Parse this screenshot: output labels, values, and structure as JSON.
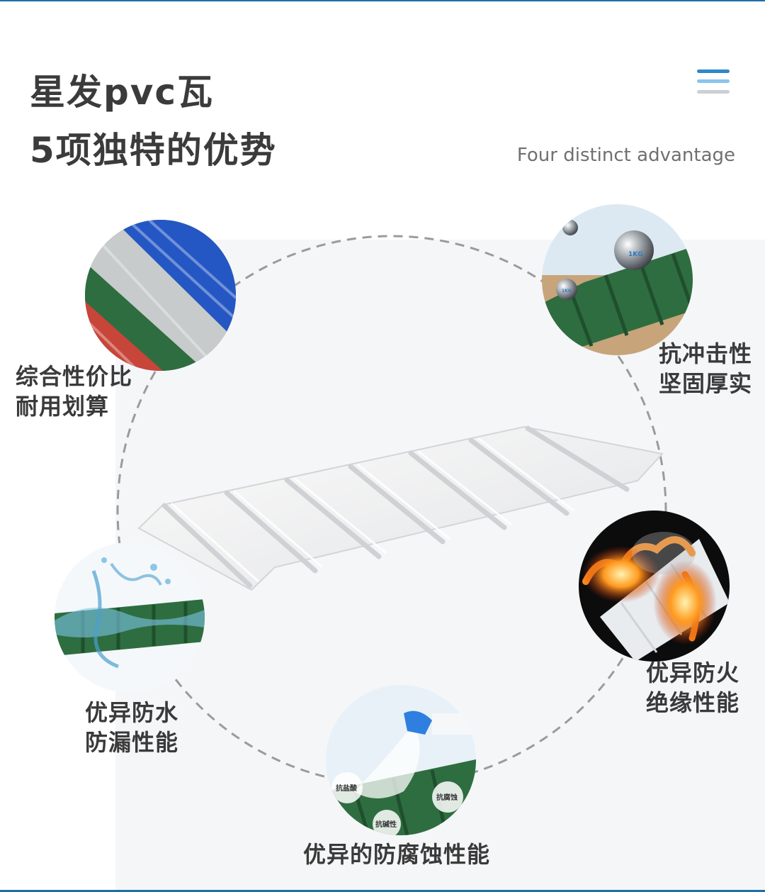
{
  "header": {
    "title_line1": "星发pvc瓦",
    "title_line2": "5项独特的优势",
    "subtitle": "Four distinct advantage"
  },
  "icons": {
    "menu": "hamburger-menu-icon"
  },
  "colors": {
    "accent": "#2f87c6",
    "accent_light": "#8ac5ea",
    "title_text": "#3b3b3b",
    "tile_green": "#2e6d3f",
    "tile_blue": "#2557c4",
    "tile_red": "#c8453a"
  },
  "features": [
    {
      "id": "value",
      "line1": "综合性价比",
      "line2": "耐用划算"
    },
    {
      "id": "impact",
      "line1": "抗冲击性",
      "line2": "坚固厚实",
      "badges": [
        "1KG",
        "1KG"
      ]
    },
    {
      "id": "fire",
      "line1": "优异防火",
      "line2": "绝缘性能"
    },
    {
      "id": "corrosion",
      "line1": "优异的防腐蚀性能",
      "badges": [
        "抗盐酸",
        "抗腐蚀",
        "抗碱性"
      ]
    },
    {
      "id": "water",
      "line1": "优异防水",
      "line2": "防漏性能"
    }
  ]
}
